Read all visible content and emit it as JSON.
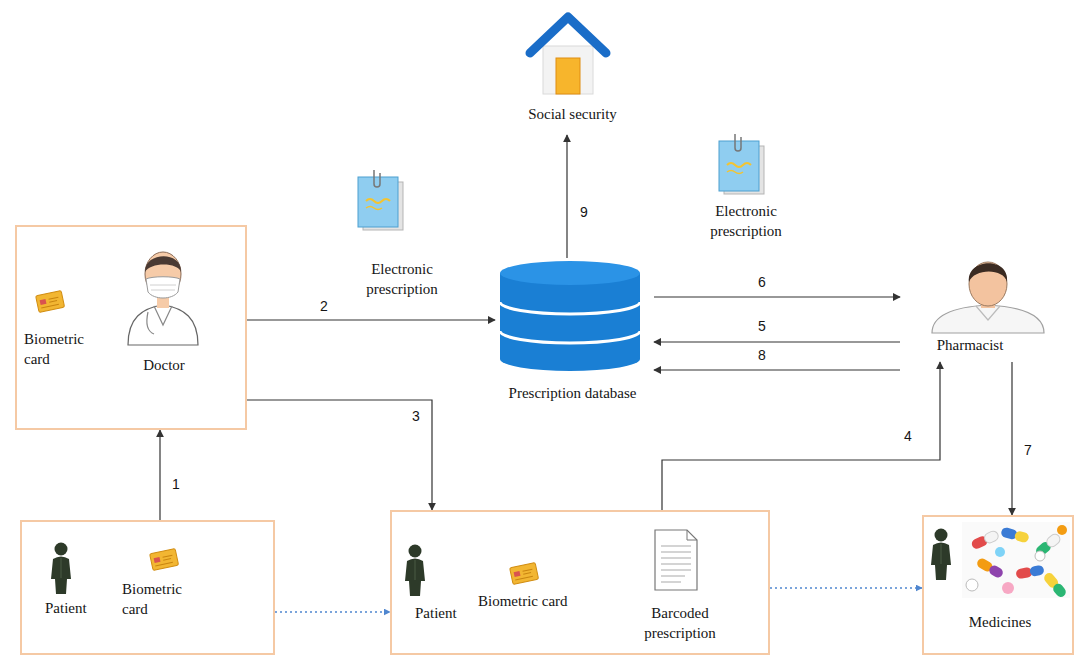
{
  "diagram": {
    "nodes": [
      {
        "text": [
          "Social security"
        ]
      },
      {
        "text": [
          "Biometric card",
          "Doctor"
        ]
      },
      {
        "text": [
          "Prescription database"
        ]
      },
      {
        "text": [
          "Pharmacist"
        ]
      },
      {
        "text": [
          "Patient",
          "Biometric card"
        ]
      },
      {
        "text": [
          "Patient",
          "Biometric card",
          "Barcoded prescription"
        ]
      },
      {
        "text": [
          "Medicines"
        ]
      }
    ],
    "edges": [
      {
        "from": 4,
        "to": 1,
        "label": "1",
        "arrow": "to"
      },
      {
        "from": 1,
        "to": 2,
        "label": "2",
        "arrow": "to"
      },
      {
        "from": 1,
        "to": 5,
        "label": "3",
        "arrow": "to"
      },
      {
        "from": 5,
        "to": 3,
        "label": "4",
        "arrow": "to"
      },
      {
        "from": 3,
        "to": 2,
        "label": "5",
        "arrow": "to"
      },
      {
        "from": 2,
        "to": 3,
        "label": "6",
        "arrow": "to"
      },
      {
        "from": 3,
        "to": 6,
        "label": "7",
        "arrow": "to"
      },
      {
        "from": 3,
        "to": 2,
        "label": "8",
        "arrow": "to"
      },
      {
        "from": 2,
        "to": 0,
        "label": "9",
        "arrow": "to"
      },
      {
        "from": 4,
        "to": 5,
        "arrow": "to"
      },
      {
        "from": 5,
        "to": 6,
        "arrow": "to"
      }
    ],
    "labels": [
      "Electronic prescription",
      "Electronic prescription"
    ]
  }
}
